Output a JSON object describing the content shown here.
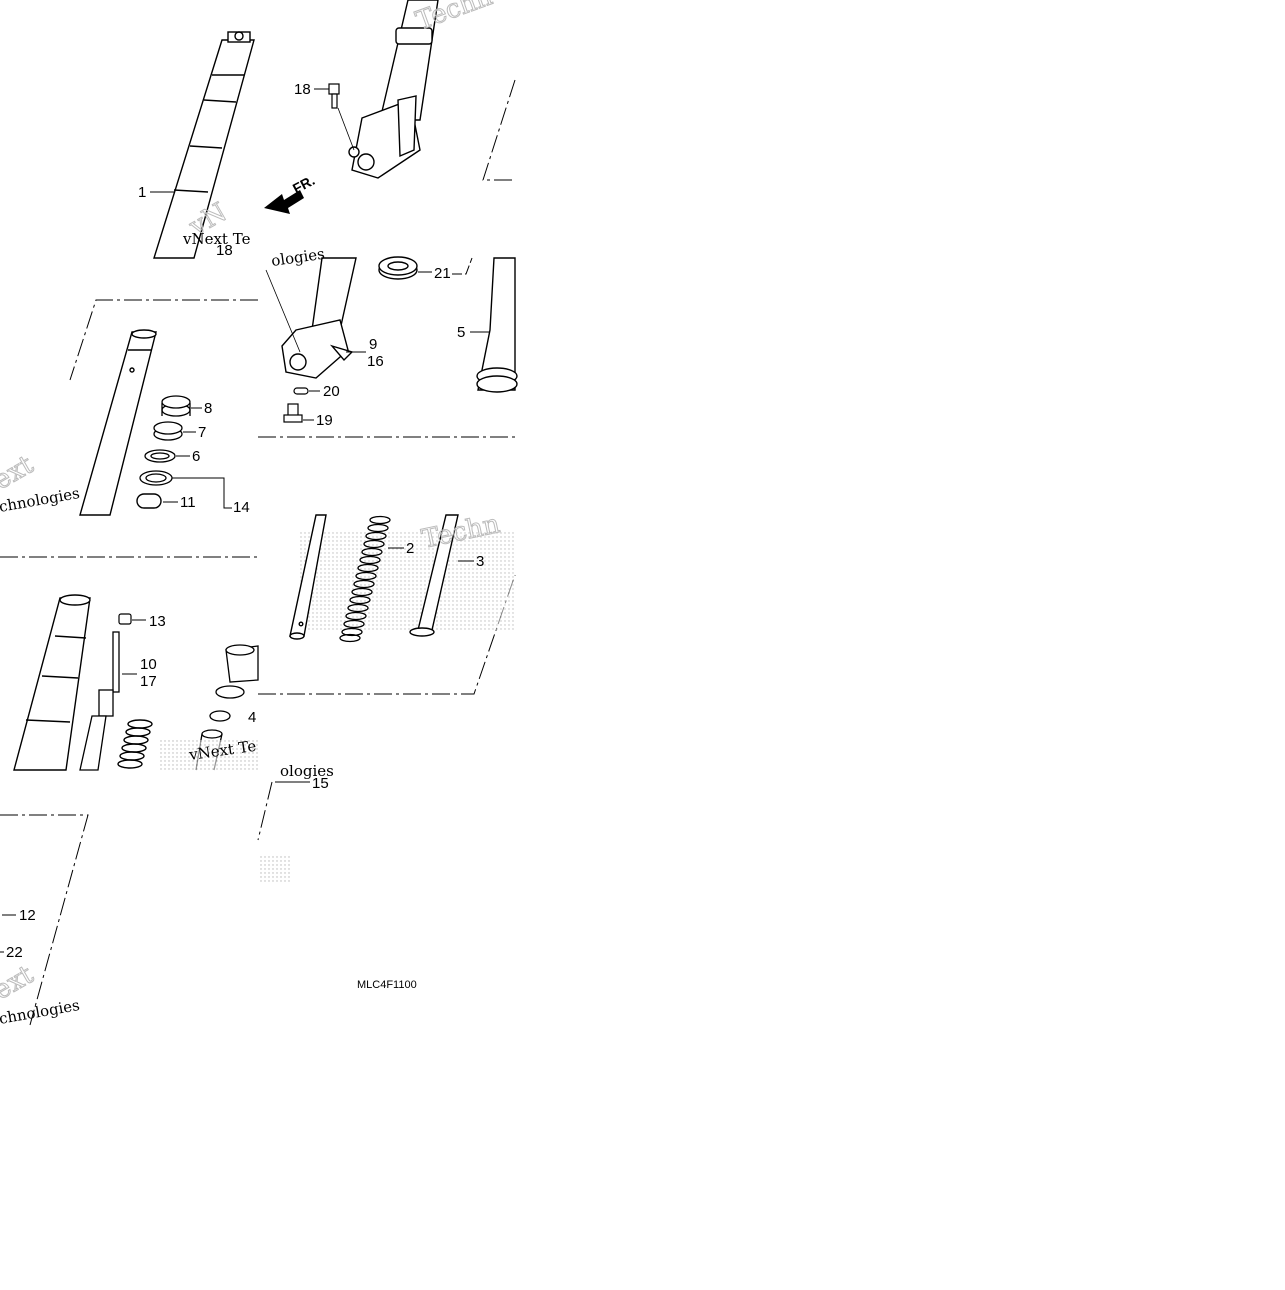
{
  "diagram": {
    "direction_label": "FR.",
    "part_code": "MLC4F1100",
    "watermark_fragments": [
      "vNext Te",
      "ologies",
      "vNext Te",
      "ologies",
      "chnologies",
      "ext",
      "Techn",
      "Techn",
      "chnologies"
    ],
    "callouts": {
      "c1": "1",
      "c2": "2",
      "c3": "3",
      "c4": "4",
      "c5": "5",
      "c6": "6",
      "c7": "7",
      "c8": "8",
      "c9": "9",
      "c10": "10",
      "c11": "11",
      "c12": "12",
      "c13": "13",
      "c14": "14",
      "c15": "15",
      "c16": "16",
      "c17": "17",
      "c18a": "18",
      "c18b": "18",
      "c19": "19",
      "c20": "20",
      "c21": "21",
      "c22": "22"
    }
  }
}
